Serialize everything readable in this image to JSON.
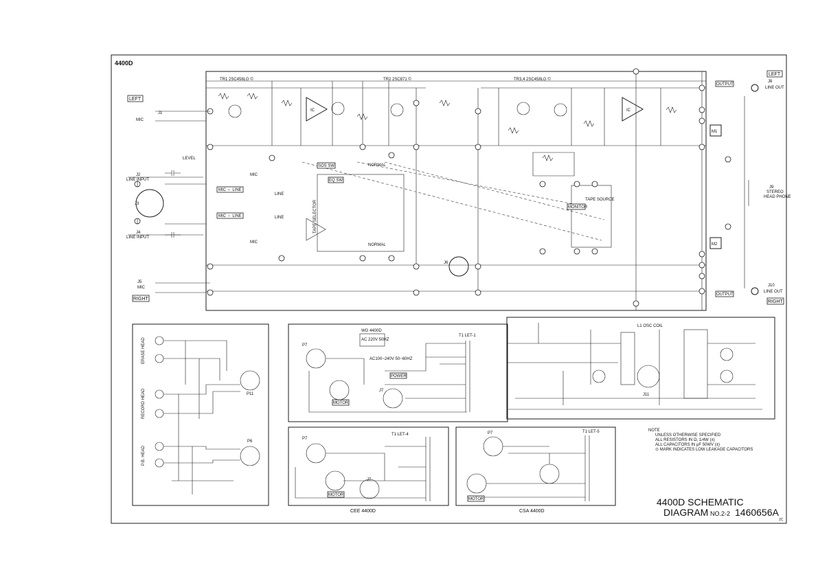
{
  "model_tag": "4400D",
  "labels": {
    "left_left": "LEFT",
    "left_right": "RIGHT",
    "right_left": "LEFT",
    "right_right": "RIGHT",
    "j1": "J1",
    "j1_mic": "MIC",
    "j2": "J2",
    "j2_line": "LINE INPUT",
    "j3": "J3",
    "j4": "J4",
    "j4_line": "LINE INPUT",
    "j5": "J5",
    "j5_mic": "MIC",
    "j6": "J6",
    "j8": "J8",
    "j8_line": "LINE OUT",
    "j9": "J9",
    "j9_line1": "STEREO",
    "j9_line2": "HEAD PHONE",
    "j10": "J10",
    "j10_line": "LINE OUT",
    "output_top": "OUTPUT",
    "output_bottom": "OUTPUT",
    "m1": "M1",
    "m2": "M2",
    "mic_line_upper": "MIC ⇔ LINE",
    "mic_line_lower": "MIC ⇔ LINE",
    "line_upper": "LINE",
    "line_lower": "LINE",
    "mic_upper": "MIC",
    "mic_lower": "MIC",
    "level": "LEVEL",
    "sos_sw": "SOS SW",
    "eq_sw": "EQ SW",
    "tape_selector": "TAPE SELECTOR",
    "monitor": "MONITOR",
    "tape_source": "TAPE   SOURCE",
    "normal_top": "NORMAL",
    "normal_bottom": "NORMAL",
    "erase_head": "ERASE HEAD",
    "record_head": "RECORD HEAD",
    "pb_head": "P.B. HEAD",
    "p11": "P11",
    "p6": "P6",
    "p7": "P7",
    "j7": "J7",
    "j11": "J11",
    "motor": "MOTOR",
    "power": "POWER",
    "wg_title": "WG 4400D",
    "ac_220": "AC 220V 50HZ",
    "ac_100_240": "AC100~240V 50~60HZ",
    "t1_top": "T1  LET-1",
    "t1_cee": "T1  LET-4",
    "t1_csa": "T1  LET-5",
    "cee_title": "CEE  4400D",
    "csa_title": "CSA  4400D",
    "tr_label_1": "TR1 2SC458LG ©",
    "tr_label_2": "TR2 2SC871 ©",
    "tr_label_3": "TR3,4 2SC458LG ©",
    "ic_label": "IC",
    "osc_coil": "L1 OSC COIL",
    "note_title": "NOTE",
    "note_1": "UNLESS OTHERWISE SPECIFIED",
    "note_2": "ALL RESISTORS IN Ω, 1/4W (±)",
    "note_3": "ALL CAPACITORS IN μF 50WV (±)",
    "note_4": "⊙ MARK INDICATES LOW LEAKAGE CAPACITORS",
    "title_line1": "4400D SCHEMATIC",
    "title_line2": "DIAGRAM",
    "title_sheet": "NO.2-2",
    "title_number": "1460656A",
    "title_suffix": "2C"
  }
}
